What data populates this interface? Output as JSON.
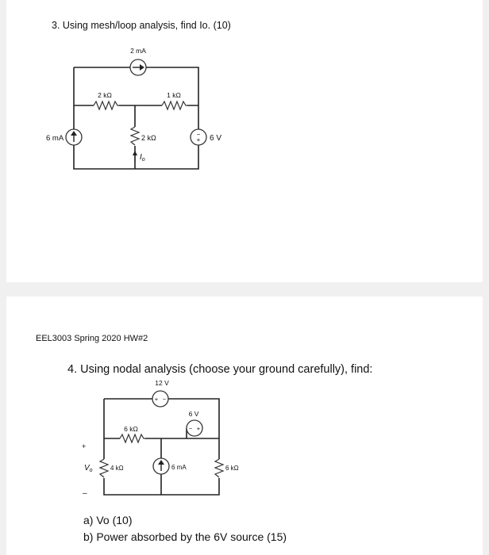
{
  "problem3": {
    "title": "3. Using mesh/loop analysis, find Io. (10)",
    "circuit": {
      "top_source": "2 mA",
      "left_source": "6 mA",
      "r_top_left": "2 kΩ",
      "r_top_right": "1 kΩ",
      "r_middle": "2 kΩ",
      "current_label": "I",
      "current_sub": "o",
      "voltage_source": "6 V"
    }
  },
  "footer": {
    "course": "EEL3003 Spring 2020 HW#2"
  },
  "problem4": {
    "title": "4. Using nodal analysis (choose your ground carefully), find:",
    "circuit": {
      "top_source": "12 V",
      "r_top": "6 kΩ",
      "inner_source": "6 V",
      "v_label": "V",
      "v_sub": "o",
      "plus": "+",
      "minus": "–",
      "r_left": "4 kΩ",
      "current_source": "6 mA",
      "r_right": "6 kΩ"
    },
    "parts": {
      "a": "a) Vo (10)",
      "b": "b) Power absorbed by the 6V source (15)"
    }
  }
}
